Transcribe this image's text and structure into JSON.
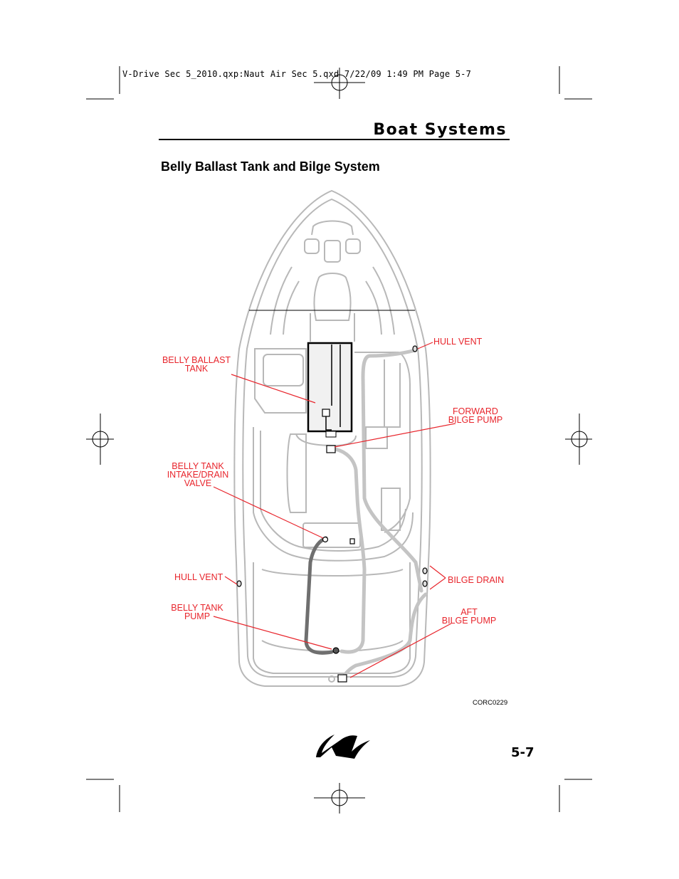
{
  "slug_line": "V-Drive Sec 5_2010.qxp:Naut Air Sec 5.qxd  7/22/09  1:49 PM  Page 5-7",
  "section_title": "Boat Systems",
  "heading": "Belly Ballast Tank and Bilge System",
  "callouts": {
    "hull_vent_right": "HULL VENT",
    "belly_ballast_tank": "BELLY BALLAST\nTANK",
    "forward_bilge_pump": "FORWARD\nBILGE PUMP",
    "belly_tank_valve": "BELLY TANK\nINTAKE/DRAIN\nVALVE",
    "hull_vent_left": "HULL VENT",
    "bilge_drain": "BILGE DRAIN",
    "belly_tank_pump": "BELLY TANK\nPUMP",
    "aft_bilge_pump": "AFT\nBILGE PUMP"
  },
  "figure_ref": "CORC0229",
  "page_number": "5-7",
  "colors": {
    "callout": "#e8252c",
    "hull_outline": "#b8b8b8",
    "bilge_hose": "#c4c4c4",
    "ballast_hose": "#6f6f6f"
  },
  "logo_icon": "nautique-n-logo"
}
